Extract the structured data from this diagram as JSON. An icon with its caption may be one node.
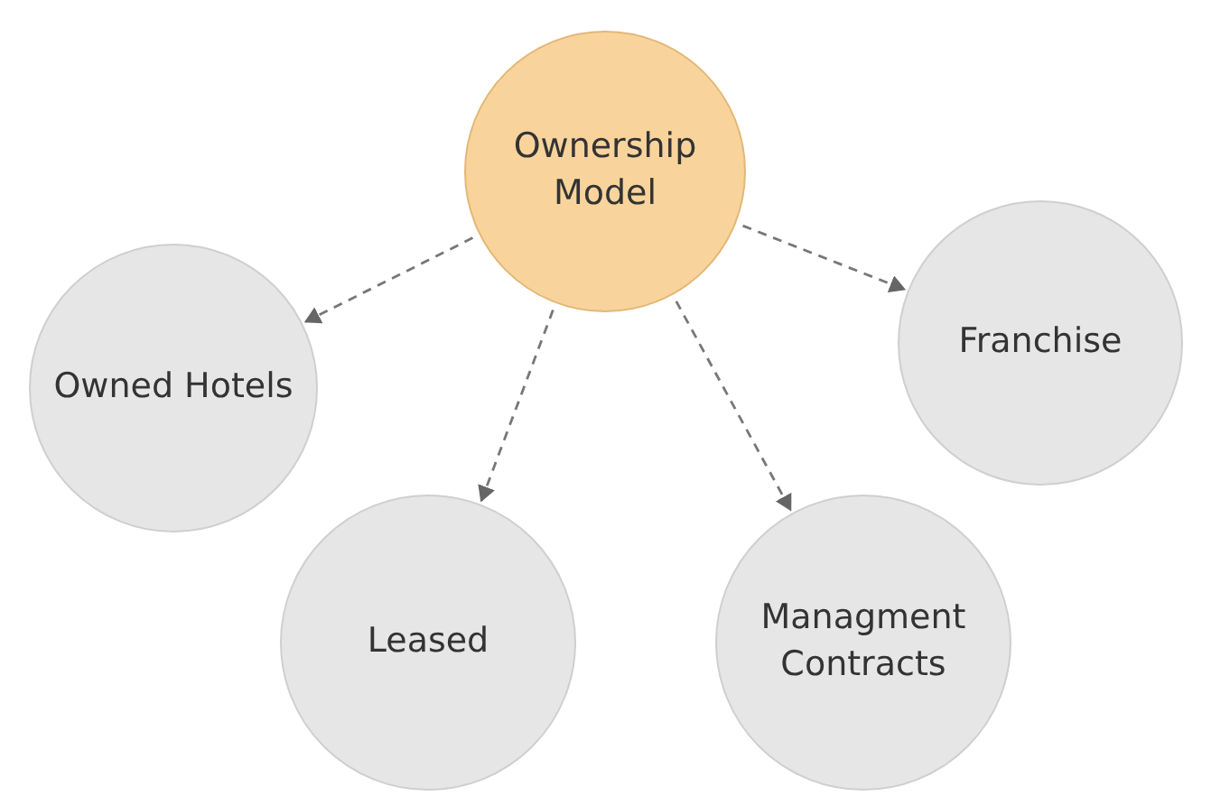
{
  "diagram": {
    "nodes": [
      {
        "text": [
          "Ownership Model"
        ]
      },
      {
        "text": [
          "Owned Hotels"
        ]
      },
      {
        "text": [
          "Franchise"
        ]
      },
      {
        "text": [
          "Leased"
        ]
      },
      {
        "text": [
          "Managment Contracts"
        ]
      }
    ],
    "edges": [
      {
        "from": 0,
        "to": 1,
        "arrow": "to",
        "style": "dashed"
      },
      {
        "from": 0,
        "to": 2,
        "arrow": "to",
        "style": "dashed"
      },
      {
        "from": 0,
        "to": 3,
        "arrow": "to",
        "style": "dashed"
      },
      {
        "from": 0,
        "to": 4,
        "arrow": "to",
        "style": "dashed"
      }
    ]
  }
}
